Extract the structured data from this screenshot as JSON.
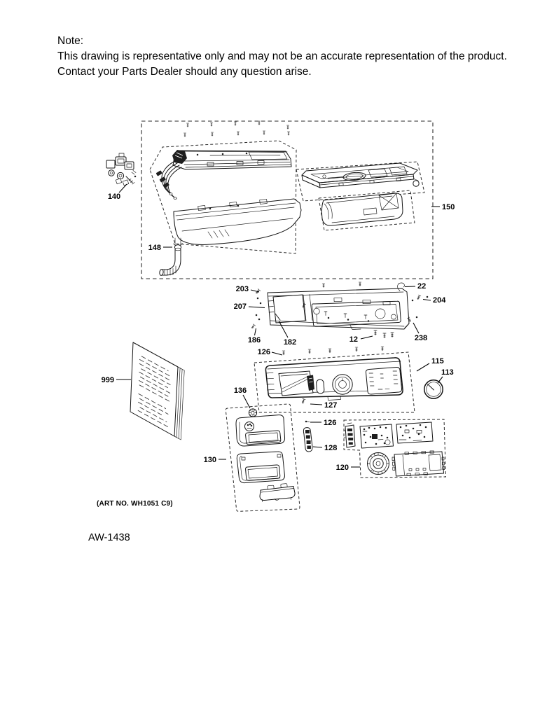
{
  "note": {
    "title": "Note:",
    "line1": "This drawing is representative only and may not be an accurate representation of the product.",
    "line2": "Contact your Parts Dealer should any question arise."
  },
  "footer": {
    "art_no": "(ART NO. WH1051 C9)",
    "doc_code": "AW-1438"
  },
  "diagram": {
    "colors": {
      "line": "#141414",
      "background": "#ffffff"
    },
    "callouts": [
      {
        "label": "140"
      },
      {
        "label": "150"
      },
      {
        "label": "148"
      },
      {
        "label": "203"
      },
      {
        "label": "22"
      },
      {
        "label": "204"
      },
      {
        "label": "207"
      },
      {
        "label": "186"
      },
      {
        "label": "182"
      },
      {
        "label": "12"
      },
      {
        "label": "238"
      },
      {
        "label": "126"
      },
      {
        "label": "115"
      },
      {
        "label": "113"
      },
      {
        "label": "136"
      },
      {
        "label": "127"
      },
      {
        "label": "126"
      },
      {
        "label": "128"
      },
      {
        "label": "120"
      },
      {
        "label": "130"
      },
      {
        "label": "999"
      }
    ]
  }
}
